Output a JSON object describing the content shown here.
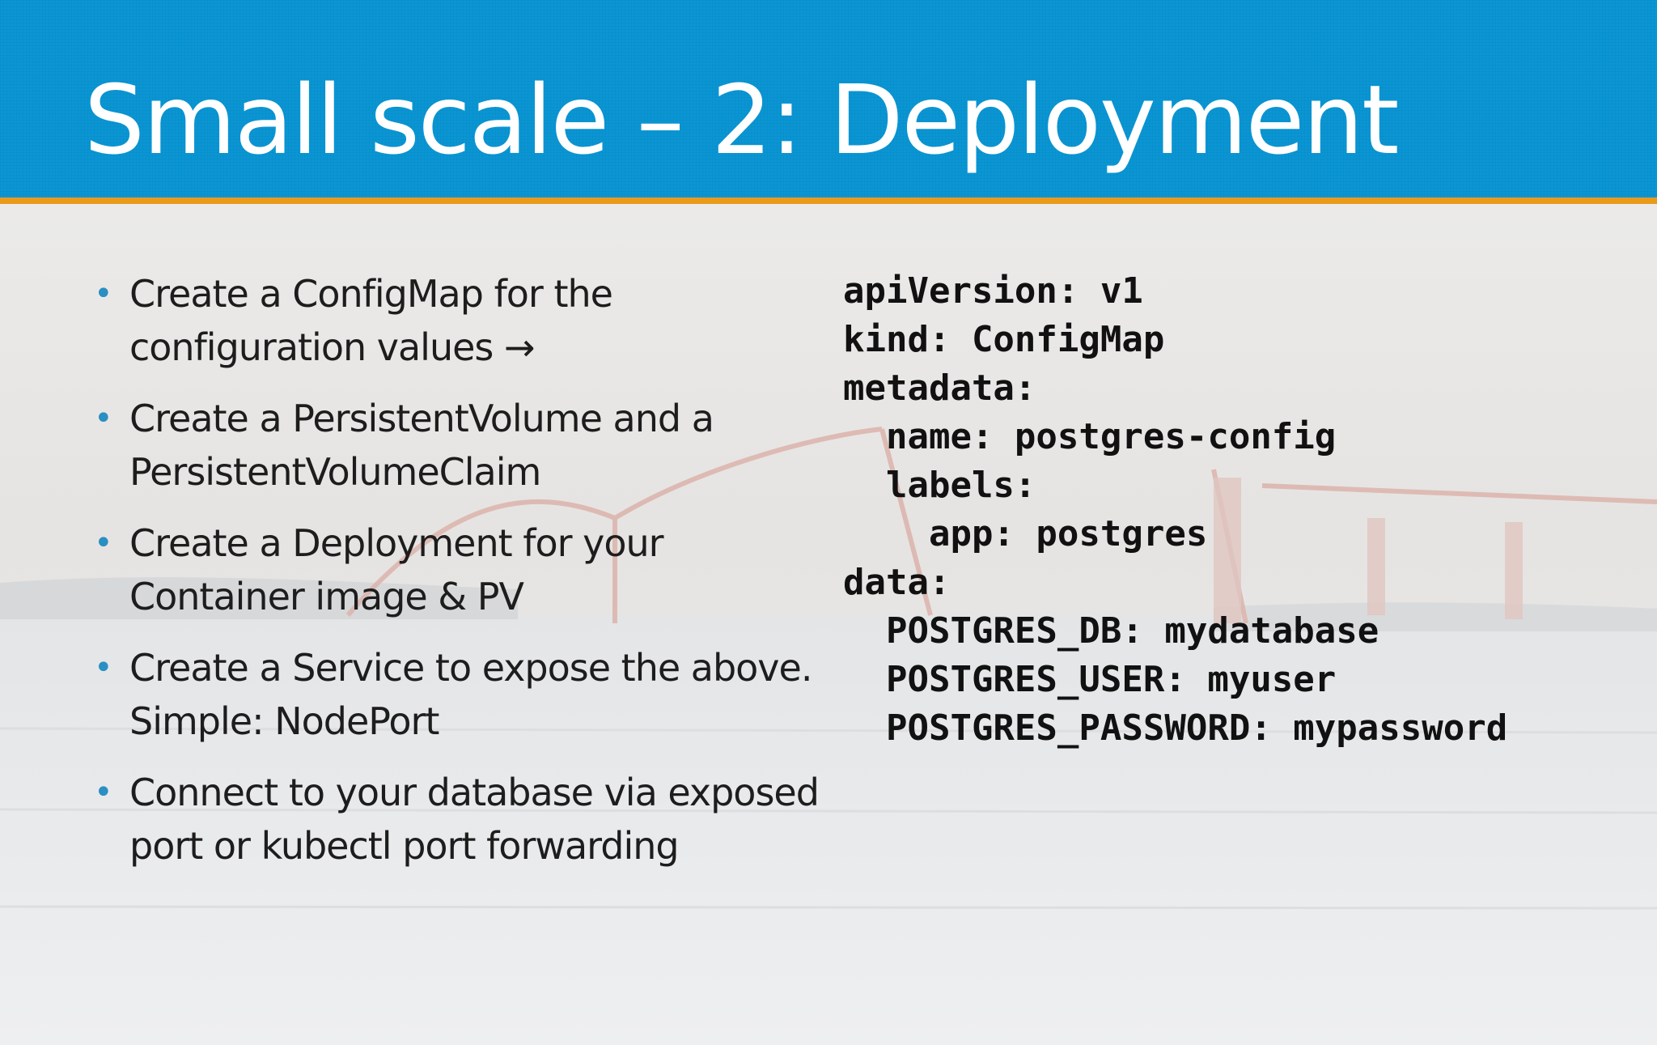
{
  "title": "Small scale – 2: Deployment",
  "colors": {
    "header": "#0a96d4",
    "accent_rule": "#e89a1c",
    "bullet": "#2a8fc2"
  },
  "bullets": [
    {
      "lines": [
        "Create a ConfigMap for the",
        "configuration values →"
      ]
    },
    {
      "lines": [
        "Create a PersistentVolume and a",
        "PersistentVolumeClaim"
      ]
    },
    {
      "lines": [
        "Create a Deployment for your",
        "Container image & PV"
      ]
    },
    {
      "lines": [
        "Create a Service to expose the above.",
        "Simple: NodePort"
      ]
    },
    {
      "lines": [
        "Connect to your database via exposed",
        "port or kubectl port forwarding"
      ]
    }
  ],
  "code": [
    "apiVersion: v1",
    "kind: ConfigMap",
    "metadata:",
    "  name: postgres-config",
    "  labels:",
    "    app: postgres",
    "data:",
    "  POSTGRES_DB: mydatabase",
    "  POSTGRES_USER: myuser",
    "  POSTGRES_PASSWORD: mypassword"
  ]
}
